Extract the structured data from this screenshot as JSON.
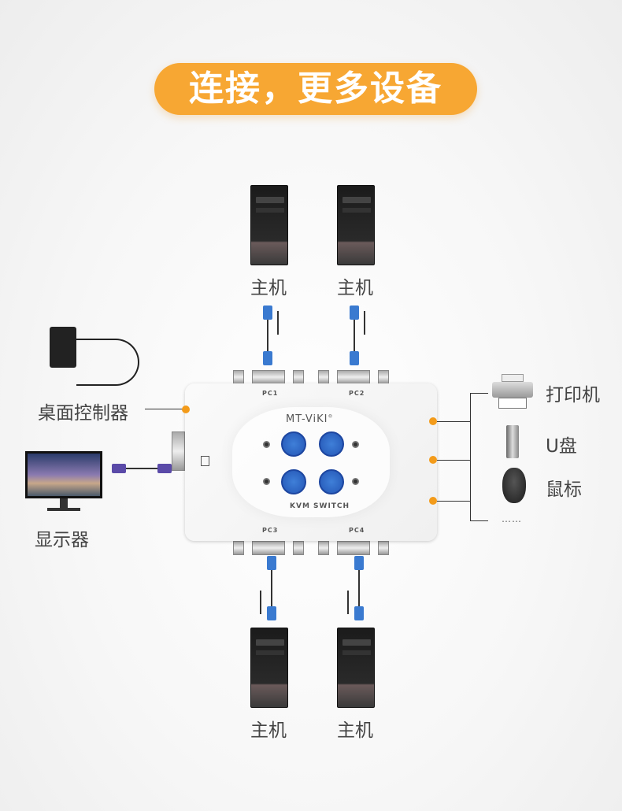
{
  "title": "连接，更多设备",
  "hosts": [
    {
      "label": "主机"
    },
    {
      "label": "主机"
    },
    {
      "label": "主机"
    },
    {
      "label": "主机"
    }
  ],
  "kvm": {
    "brand": "MT-ViKI",
    "registered": "®",
    "model": "KVM SWITCH",
    "ports": [
      "PC1",
      "PC2",
      "PC3",
      "PC4"
    ]
  },
  "left_devices": {
    "controller": "桌面控制器",
    "monitor": "显示器"
  },
  "right_devices": [
    {
      "label": "打印机"
    },
    {
      "label": "U盘"
    },
    {
      "label": "鼠标"
    },
    {
      "label": "……"
    }
  ],
  "colors": {
    "accent": "#f7a733",
    "dot": "#f39b1a",
    "button": "#2f68c4"
  }
}
